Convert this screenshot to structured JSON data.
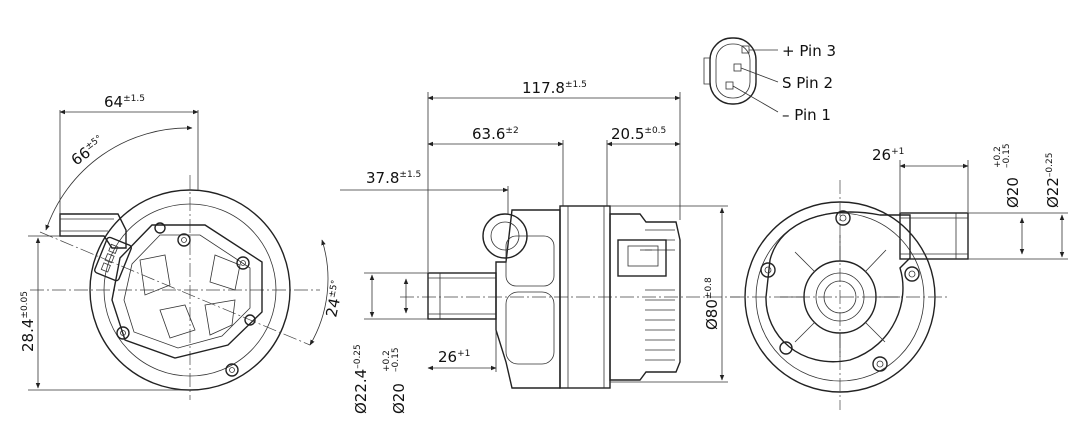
{
  "connector": {
    "pins": [
      {
        "label": "+ Pin 3"
      },
      {
        "label": "S Pin 2"
      },
      {
        "label": "– Pin 1"
      }
    ]
  },
  "left_view": {
    "width": {
      "value": "64",
      "tol": "±1.5"
    },
    "angle_conn": {
      "value": "66",
      "tol": "±5°"
    },
    "angle_side": {
      "value": "24",
      "tol": "±5°"
    },
    "height": {
      "value": "28.4",
      "tol": "±0.05"
    }
  },
  "side_view": {
    "total_length": {
      "value": "117.8",
      "tol": "±1.5"
    },
    "length_a": {
      "value": "63.6",
      "tol": "±2"
    },
    "length_b": {
      "value": "20.5",
      "tol": "±0.5"
    },
    "length_c": {
      "value": "37.8",
      "tol": "±1.5"
    },
    "diameter_80": {
      "value": "Ø80",
      "tol": "±0.8"
    },
    "inlet_len": {
      "value": "26",
      "tol": "+1"
    },
    "inlet_d1": {
      "value": "Ø22.4",
      "tol": "–0.25"
    },
    "inlet_d2": {
      "value": "Ø20",
      "tol_up": "+0.2",
      "tol_dn": "–0.15"
    }
  },
  "right_view": {
    "outlet_len": {
      "value": "26",
      "tol": "+1"
    },
    "outlet_d1": {
      "value": "Ø20",
      "tol_up": "+0.2",
      "tol_dn": "–0.15"
    },
    "outlet_d2": {
      "value": "Ø22",
      "tol": "–0.25"
    }
  }
}
